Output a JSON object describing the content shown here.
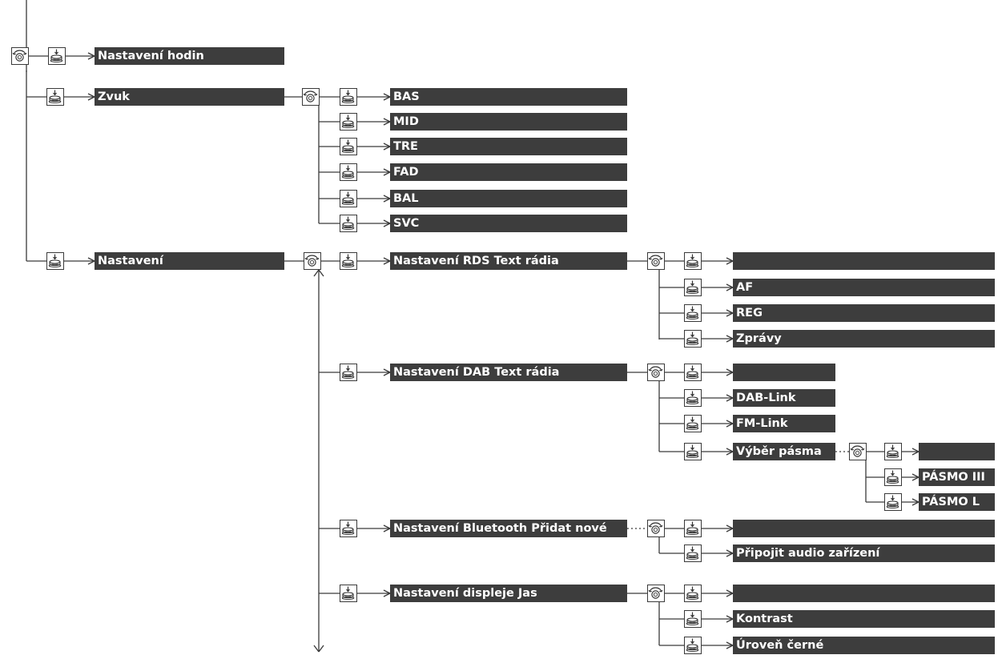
{
  "header_fragment": "...",
  "menu": {
    "clock": "Nastavení hodin",
    "sound": "Zvuk",
    "sound_items": [
      "BAS",
      "MID",
      "TRE",
      "FAD",
      "BAL",
      "SVC"
    ],
    "settings": "Nastavení",
    "rds": {
      "label": "Nastavení RDS Text rádia",
      "items": [
        "",
        "AF",
        "REG",
        "Zprávy"
      ]
    },
    "dab": {
      "label": "Nastavení DAB Text rádia",
      "items": [
        "",
        "DAB-Link",
        "FM-Link",
        "Výběr pásma"
      ],
      "band_items": [
        "",
        "PÁSMO III",
        "PÁSMO L"
      ]
    },
    "bluetooth": {
      "label": "Nastavení Bluetooth Přidat nové",
      "items": [
        "",
        "Připojit audio zařízení"
      ]
    },
    "display": {
      "label": "Nastavení displeje Jas",
      "items": [
        "",
        "Kontrast",
        "Úroveň černé"
      ]
    }
  },
  "icons": {
    "rotary": "rotary-knob-icon",
    "press": "press-knob-icon"
  }
}
